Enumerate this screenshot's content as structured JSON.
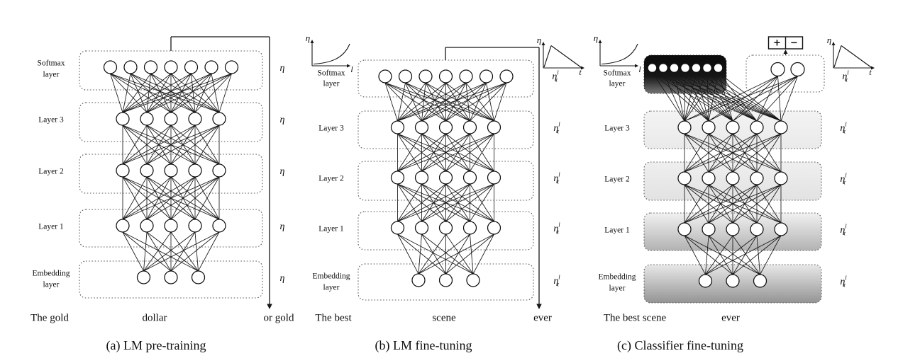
{
  "panels": [
    {
      "id": "a",
      "caption": "(a) LM pre-training",
      "layers": [
        {
          "label_lines": [
            "Softmax",
            "layer"
          ],
          "nodes": 7,
          "lr": {
            "base": "η"
          }
        },
        {
          "label_lines": [
            "Layer 3"
          ],
          "nodes": 5,
          "lr": {
            "base": "η"
          }
        },
        {
          "label_lines": [
            "Layer 2"
          ],
          "nodes": 5,
          "lr": {
            "base": "η"
          }
        },
        {
          "label_lines": [
            "Layer 1"
          ],
          "nodes": 5,
          "lr": {
            "base": "η"
          }
        },
        {
          "label_lines": [
            "Embedding",
            "layer"
          ],
          "nodes": 3,
          "lr": {
            "base": "η"
          }
        }
      ],
      "input_words": [
        "The gold",
        "dollar",
        "or gold"
      ],
      "output_arrow": true
    },
    {
      "id": "b",
      "caption": "(b) LM fine-tuning",
      "layers": [
        {
          "label_lines": [
            "Softmax",
            "layer"
          ],
          "nodes": 7
        },
        {
          "label_lines": [
            "Layer 3"
          ],
          "nodes": 5,
          "lr": {
            "base": "η",
            "sup": "l",
            "sub": "t"
          }
        },
        {
          "label_lines": [
            "Layer 2"
          ],
          "nodes": 5,
          "lr": {
            "base": "η",
            "sup": "l",
            "sub": "t"
          }
        },
        {
          "label_lines": [
            "Layer 1"
          ],
          "nodes": 5,
          "lr": {
            "base": "η",
            "sup": "l",
            "sub": "t"
          }
        },
        {
          "label_lines": [
            "Embedding",
            "layer"
          ],
          "nodes": 3,
          "lr": {
            "base": "η",
            "sup": "l",
            "sub": "t"
          }
        }
      ],
      "insets": {
        "left": {
          "ylabel": "η",
          "xlabel": "l",
          "shape": "exponential-increase-over-layers"
        },
        "right": {
          "ylabel": "η",
          "xlabel": "t",
          "shape": "slanted-triangular-schedule",
          "annotation": {
            "base": "η",
            "sup": "l",
            "sub": "t"
          }
        }
      },
      "input_words": [
        "The best",
        "scene",
        "ever"
      ],
      "output_arrow": true
    },
    {
      "id": "c",
      "caption": "(c) Classifier fine-tuning",
      "frozen_softmax": {
        "label_lines": [
          "Softmax",
          "layer"
        ],
        "nodes": 7
      },
      "classifier_head": {
        "nodes": 2,
        "output_labels": [
          "+",
          "−"
        ]
      },
      "layers": [
        {
          "label_lines": [
            "Layer 3"
          ],
          "nodes": 5,
          "lr": {
            "base": "η",
            "sup": "l",
            "sub": "t"
          },
          "shade": "layer3"
        },
        {
          "label_lines": [
            "Layer 2"
          ],
          "nodes": 5,
          "lr": {
            "base": "η",
            "sup": "l",
            "sub": "t"
          },
          "shade": "layer2"
        },
        {
          "label_lines": [
            "Layer 1"
          ],
          "nodes": 5,
          "lr": {
            "base": "η",
            "sup": "l",
            "sub": "t"
          },
          "shade": "layer1"
        },
        {
          "label_lines": [
            "Embedding",
            "layer"
          ],
          "nodes": 3,
          "lr": {
            "base": "η",
            "sup": "l",
            "sub": "t"
          },
          "shade": "embedding"
        }
      ],
      "insets": {
        "left": {
          "ylabel": "η",
          "xlabel": "l",
          "shape": "exponential-increase-over-layers"
        },
        "right": {
          "ylabel": "η",
          "xlabel": "t",
          "shape": "slanted-triangular-schedule",
          "annotation": {
            "base": "η",
            "sup": "l",
            "sub": "t"
          }
        }
      },
      "input_words": [
        "The best scene",
        "ever"
      ],
      "output_arrow": false
    }
  ],
  "colors": {
    "background": "#ffffff",
    "line": "#161616",
    "box_border": "#5a5a5a",
    "node_fill": "#ffffff",
    "frozen_softmax_gradient": [
      "#0a0a0a",
      "#161616",
      "#757575"
    ],
    "layer_shade_gradients": {
      "layer3": [
        "#f3f3f3",
        "#eaeaea"
      ],
      "layer2": [
        "#efefef",
        "#e2e2e2"
      ],
      "layer1": [
        "#f1f1f1",
        "#b2b2b2"
      ],
      "embedding": [
        "#e8e8e8",
        "#949494"
      ]
    }
  }
}
